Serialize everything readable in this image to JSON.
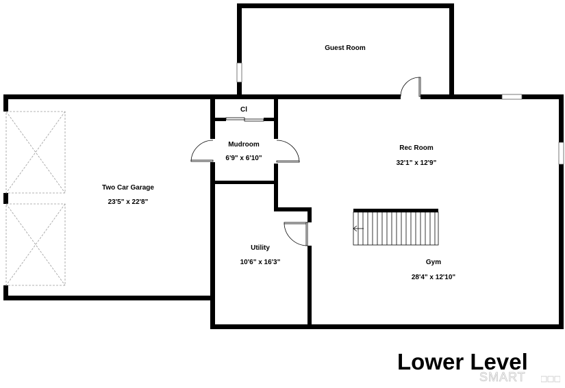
{
  "title": "Lower Level",
  "brand": "SMART",
  "brand_suffix": "MLS",
  "rooms": {
    "guest": {
      "name": "Guest Room",
      "dims": ""
    },
    "rec": {
      "name": "Rec Room",
      "dims": "32'1\" x 12'9\""
    },
    "garage": {
      "name": "Two Car Garage",
      "dims": "23'5\" x 22'8\""
    },
    "closet": {
      "name": "Cl",
      "dims": ""
    },
    "mudroom": {
      "name": "Mudroom",
      "dims": "6'9\" x 6'10\""
    },
    "utility": {
      "name": "Utility",
      "dims": "10'6\" x 16'3\""
    },
    "gym": {
      "name": "Gym",
      "dims": "28'4\" x 12'10\""
    }
  },
  "colors": {
    "wall": "#000000",
    "background": "#ffffff",
    "garage_door": "#9a9a9a",
    "watermark": "#c8c8c8"
  }
}
